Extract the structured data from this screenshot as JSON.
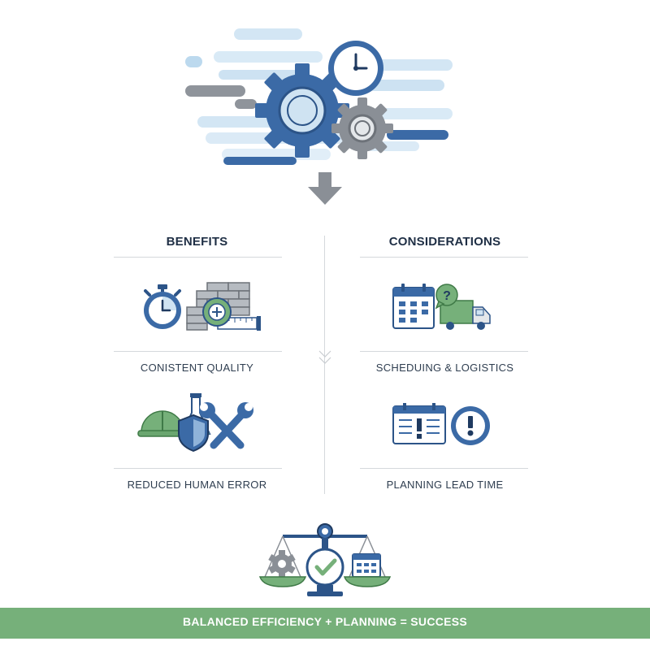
{
  "benefits": {
    "heading": "BENEFITS",
    "items": [
      {
        "label": "CONISTENT QUALITY",
        "icons": [
          "stopwatch-icon",
          "brick-wall-icon",
          "measuring-tape-icon"
        ]
      },
      {
        "label": "REDUCED HUMAN ERROR",
        "icons": [
          "hard-hat-icon",
          "shield-icon",
          "flask-icon",
          "wrench-icon"
        ]
      }
    ]
  },
  "considerations": {
    "heading": "CONSIDERATIONS",
    "items": [
      {
        "label": "SCHEDUING & LOGISTICS",
        "icons": [
          "calendar-icon",
          "question-bubble-icon",
          "truck-icon"
        ]
      },
      {
        "label": "PLANNING LEAD TIME",
        "icons": [
          "schedule-board-icon",
          "alert-clock-icon"
        ]
      }
    ]
  },
  "footer": {
    "banner_text": "BALANCED EFFICIENCY + PLANNING = SUCCESS"
  },
  "colors": {
    "blue": "#3b6aa6",
    "gray": "#8a8f96",
    "green": "#76b07a",
    "light_blue": "#cfe3f2"
  }
}
